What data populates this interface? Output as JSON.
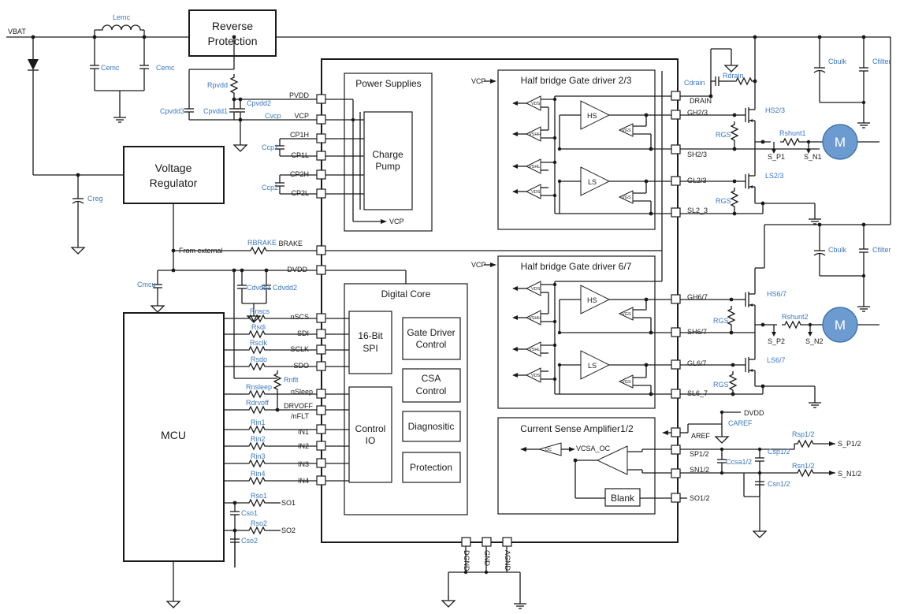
{
  "supply": {
    "vbat": "VBAT"
  },
  "blocks": {
    "reverse_protection": [
      "Reverse",
      "Protection"
    ],
    "voltage_regulator": [
      "Voltage",
      "Regulator"
    ],
    "mcu": "MCU",
    "power_supplies": "Power Supplies",
    "charge_pump": [
      "Charge",
      "Pump"
    ],
    "digital_core": "Digital Core",
    "spi": [
      "16-Bit",
      "SPI"
    ],
    "control_io": [
      "Control",
      "IO"
    ],
    "gate_driver_control": [
      "Gate Driver",
      "Control"
    ],
    "csa_control": [
      "CSA",
      "Control"
    ],
    "diagnostic": "Diagnositic",
    "protection": "Protection",
    "hb_driver_23": "Half bridge Gate driver 2/3",
    "hb_driver_67": "Half bridge Gate driver 6/7",
    "csa": "Current Sense Amplifier1/2",
    "blank": "Blank",
    "hs": "HS",
    "ls": "LS",
    "motor": "M"
  },
  "pins_left": [
    "PVDD",
    "VCP",
    "CP1H",
    "CP1L",
    "CP2H",
    "CP2L",
    "BRAKE",
    "DVDD",
    "nSCS",
    "SDI",
    "SCLK",
    "SDO",
    "nSleep",
    "DRVOFF",
    "/nFLT",
    "IN1",
    "IN2",
    "IN3",
    "IN4",
    "SO1",
    "SO2"
  ],
  "pins_right": [
    "DRAIN",
    "GH2/3",
    "SH2/3",
    "GL2/3",
    "SL2_3",
    "GH6/7",
    "SH6/7",
    "GL6/7",
    "SL6_7",
    "AREF",
    "SP1/2",
    "SN1/2",
    "SO1/2"
  ],
  "pins_bottom": [
    "DGND",
    "GND",
    "AGND"
  ],
  "signals": {
    "vcp": "VCP",
    "from_external": "From external",
    "dvdd": "DVDD",
    "vcsa_oc": "VCSA_OC",
    "oc": "OC",
    "vds": "VDS",
    "vshh": "VSHH",
    "vshl": "VSHL",
    "vgs": "VGS",
    "s_p1": "S_P1",
    "s_n1": "S_N1",
    "s_p2": "S_P2",
    "s_n2": "S_N2",
    "s_p12": "S_P1/2",
    "s_n12": "S_N1/2"
  },
  "components": {
    "lemc": "Lemc",
    "cemc": "Cemc",
    "creg": "Creg",
    "rpvdd": "Rpvdd",
    "cpvdd3": "Cpvdd3",
    "cpvdd1": "Cpvdd1",
    "cpvdd2": "Cpvdd2",
    "cvcp": "Cvcp",
    "ccp1": "Ccp1",
    "ccp2": "Ccp2",
    "rbrake": "RBRAKE",
    "cmcu": "Cmcu",
    "cdvdd1": "Cdvdd1",
    "cdvdd2": "Cdvdd2",
    "rnscs": "Rnscs",
    "rsdi": "Rsdi",
    "rsclk": "Rsclk",
    "rsdo": "Rsdo",
    "rnflt": "Rnflt",
    "rnsleep": "Rnsleep",
    "rdrvoff": "Rdrvoff",
    "rin1": "Rin1",
    "rin2": "Rin2",
    "rin3": "Rin3",
    "rin4": "Rin4",
    "rso1": "Rso1",
    "cso1": "Cso1",
    "rso2": "Rso2",
    "cso2": "Cso2",
    "cdrain": "Cdrain",
    "rdrain": "Rdrain",
    "cbulk": "Cbulk",
    "cfilter": "Cfilter",
    "rgs": "RGS",
    "hs23": "HS2/3",
    "ls23": "LS2/3",
    "hs67": "HS6/7",
    "ls67": "LS6/7",
    "rshunt1": "Rshunt1",
    "rshunt2": "Rshunt2",
    "caref": "CAREF",
    "csa12": "Ccsa1/2",
    "rsp12": "Rsp1/2",
    "rsn12": "Rsn1/2",
    "csp12": "Csp1/2",
    "csn12": "Csn1/2"
  }
}
